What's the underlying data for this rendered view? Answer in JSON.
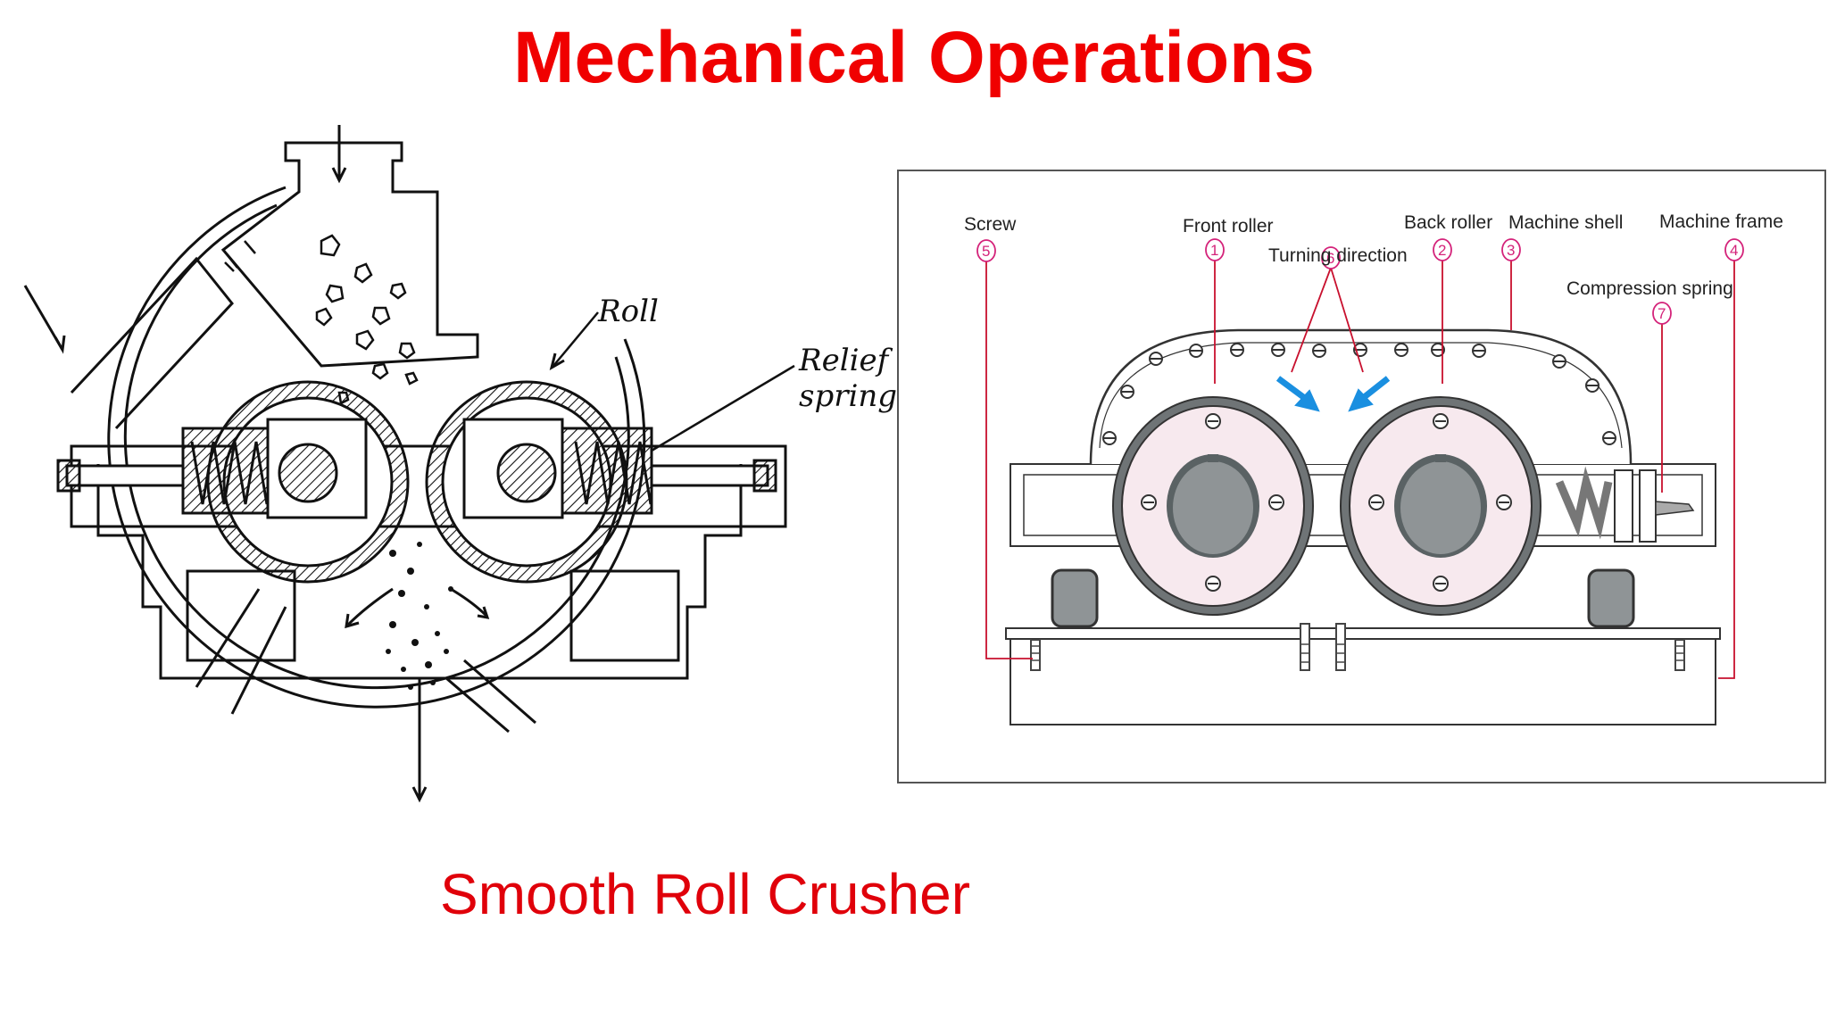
{
  "slide": {
    "title": "Mechanical Operations",
    "subtitle": "Smooth Roll Crusher"
  },
  "left_drawing": {
    "labels": {
      "roll": "Roll",
      "relief_spring_line1": "Relief",
      "relief_spring_line2": "spring"
    }
  },
  "right_diagram": {
    "labels": {
      "screw": "Screw",
      "front_roller": "Front roller",
      "back_roller": "Back roller",
      "machine_shell": "Machine shell",
      "machine_frame": "Machine  frame",
      "turning_direction": "Turning direction",
      "compression_spring": "Compression spring"
    },
    "numbers": {
      "front_roller": "1",
      "back_roller": "2",
      "machine_shell": "3",
      "machine_frame": "4",
      "screw": "5",
      "turning_direction": "6",
      "compression_spring": "7"
    },
    "colors": {
      "callout": "#d4237a",
      "leader": "#c8102e",
      "arrow": "#1a8fe0",
      "roller_fill": "#f7e9ee",
      "hub": "#8f9496"
    }
  }
}
